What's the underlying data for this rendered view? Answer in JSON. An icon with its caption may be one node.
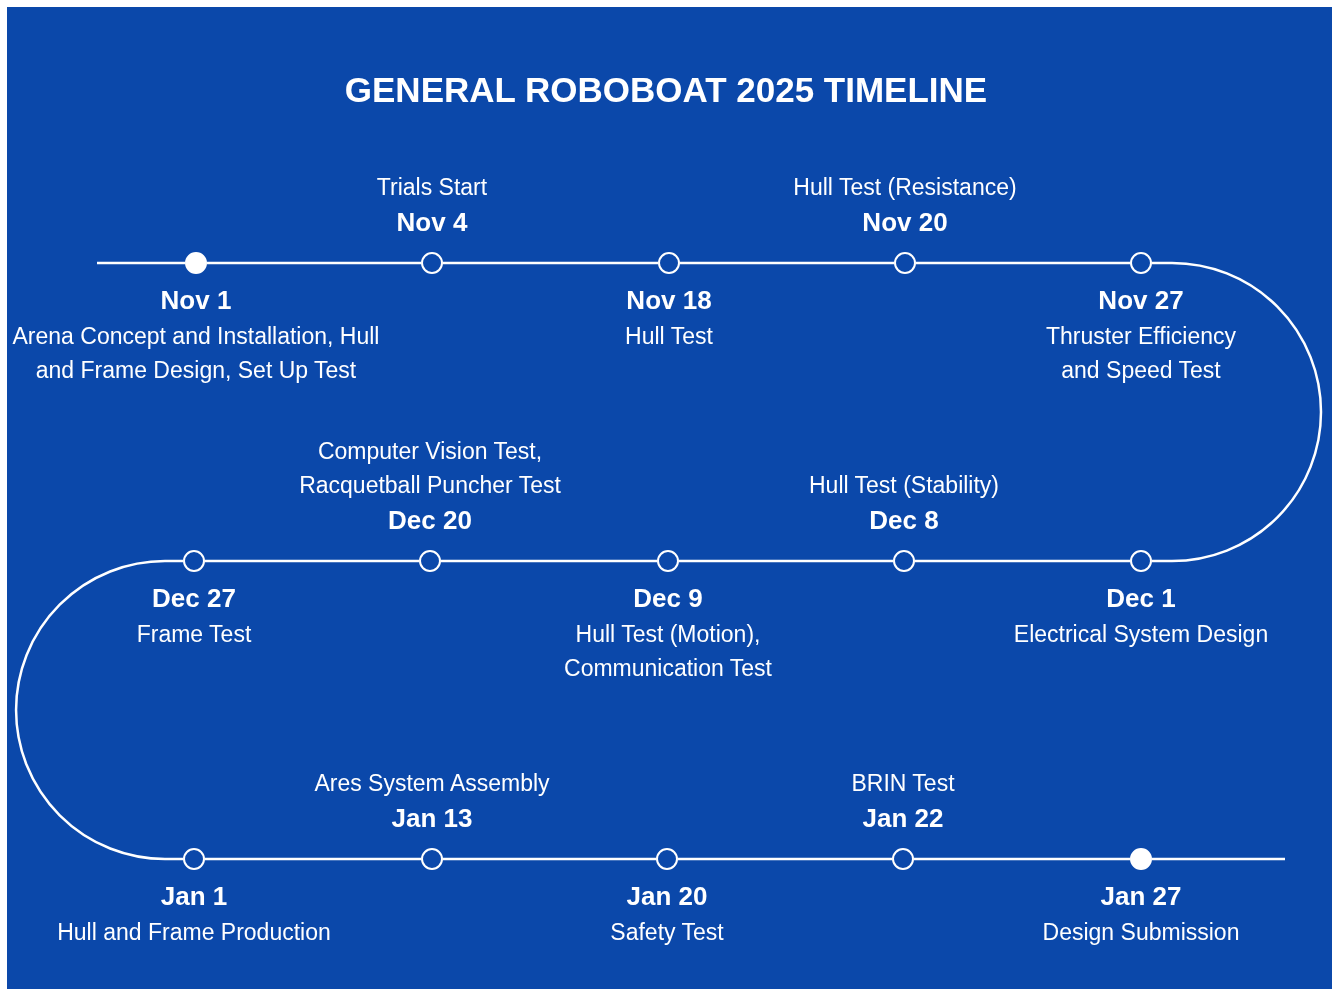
{
  "diagram": {
    "title": "GENERAL ROBOBOAT 2025 TIMELINE",
    "nodes": [
      {
        "text": [],
        "shape": "dot",
        "beside": [
          "Nov 1",
          "Arena Concept and Installation, Hull and Frame Design, Set Up Test"
        ]
      },
      {
        "text": [],
        "shape": "circle",
        "beside": [
          "Trials Start",
          "Nov 4"
        ]
      },
      {
        "text": [],
        "shape": "circle",
        "beside": [
          "Nov 18",
          "Hull Test"
        ]
      },
      {
        "text": [],
        "shape": "circle",
        "beside": [
          "Hull Test (Resistance)",
          "Nov 20"
        ]
      },
      {
        "text": [],
        "shape": "circle",
        "beside": [
          "Nov 27",
          "Thruster Efficiency and Speed Test"
        ]
      },
      {
        "text": [],
        "shape": "circle",
        "beside": [
          "Dec 1",
          "Electrical System Design"
        ]
      },
      {
        "text": [],
        "shape": "circle",
        "beside": [
          "Hull Test (Stability)",
          "Dec 8"
        ]
      },
      {
        "text": [],
        "shape": "circle",
        "beside": [
          "Dec 9",
          "Hull Test (Motion), Communication Test"
        ]
      },
      {
        "text": [],
        "shape": "circle",
        "beside": [
          "Computer Vision Test, Racquetball Puncher Test",
          "Dec 20"
        ]
      },
      {
        "text": [],
        "shape": "circle",
        "beside": [
          "Dec 27",
          "Frame Test"
        ]
      },
      {
        "text": [],
        "shape": "circle",
        "beside": [
          "Jan 1",
          "Hull and Frame Production"
        ]
      },
      {
        "text": [],
        "shape": "circle",
        "beside": [
          "Ares System Assembly",
          "Jan 13"
        ]
      },
      {
        "text": [],
        "shape": "circle",
        "beside": [
          "Jan 20",
          "Safety Test"
        ]
      },
      {
        "text": [],
        "shape": "circle",
        "beside": [
          "BRIN Test",
          "Jan 22"
        ]
      },
      {
        "text": [],
        "shape": "dot",
        "beside": [
          "Jan 27",
          "Design Submission"
        ]
      }
    ],
    "edges": [
      {
        "from": null,
        "to": 0,
        "arrow": "none"
      },
      {
        "from": 0,
        "to": 1,
        "arrow": "none"
      },
      {
        "from": 1,
        "to": 2,
        "arrow": "none"
      },
      {
        "from": 2,
        "to": 3,
        "arrow": "none"
      },
      {
        "from": 3,
        "to": 4,
        "arrow": "none"
      },
      {
        "from": 4,
        "to": 5,
        "arrow": "none"
      },
      {
        "from": 5,
        "to": 6,
        "arrow": "none"
      },
      {
        "from": 6,
        "to": 7,
        "arrow": "none"
      },
      {
        "from": 7,
        "to": 8,
        "arrow": "none"
      },
      {
        "from": 8,
        "to": 9,
        "arrow": "none"
      },
      {
        "from": 9,
        "to": 10,
        "arrow": "none"
      },
      {
        "from": 10,
        "to": 11,
        "arrow": "none"
      },
      {
        "from": 11,
        "to": 12,
        "arrow": "none"
      },
      {
        "from": 12,
        "to": 13,
        "arrow": "none"
      },
      {
        "from": 13,
        "to": 14,
        "arrow": "none"
      },
      {
        "from": 14,
        "to": null,
        "arrow": "none"
      }
    ]
  }
}
